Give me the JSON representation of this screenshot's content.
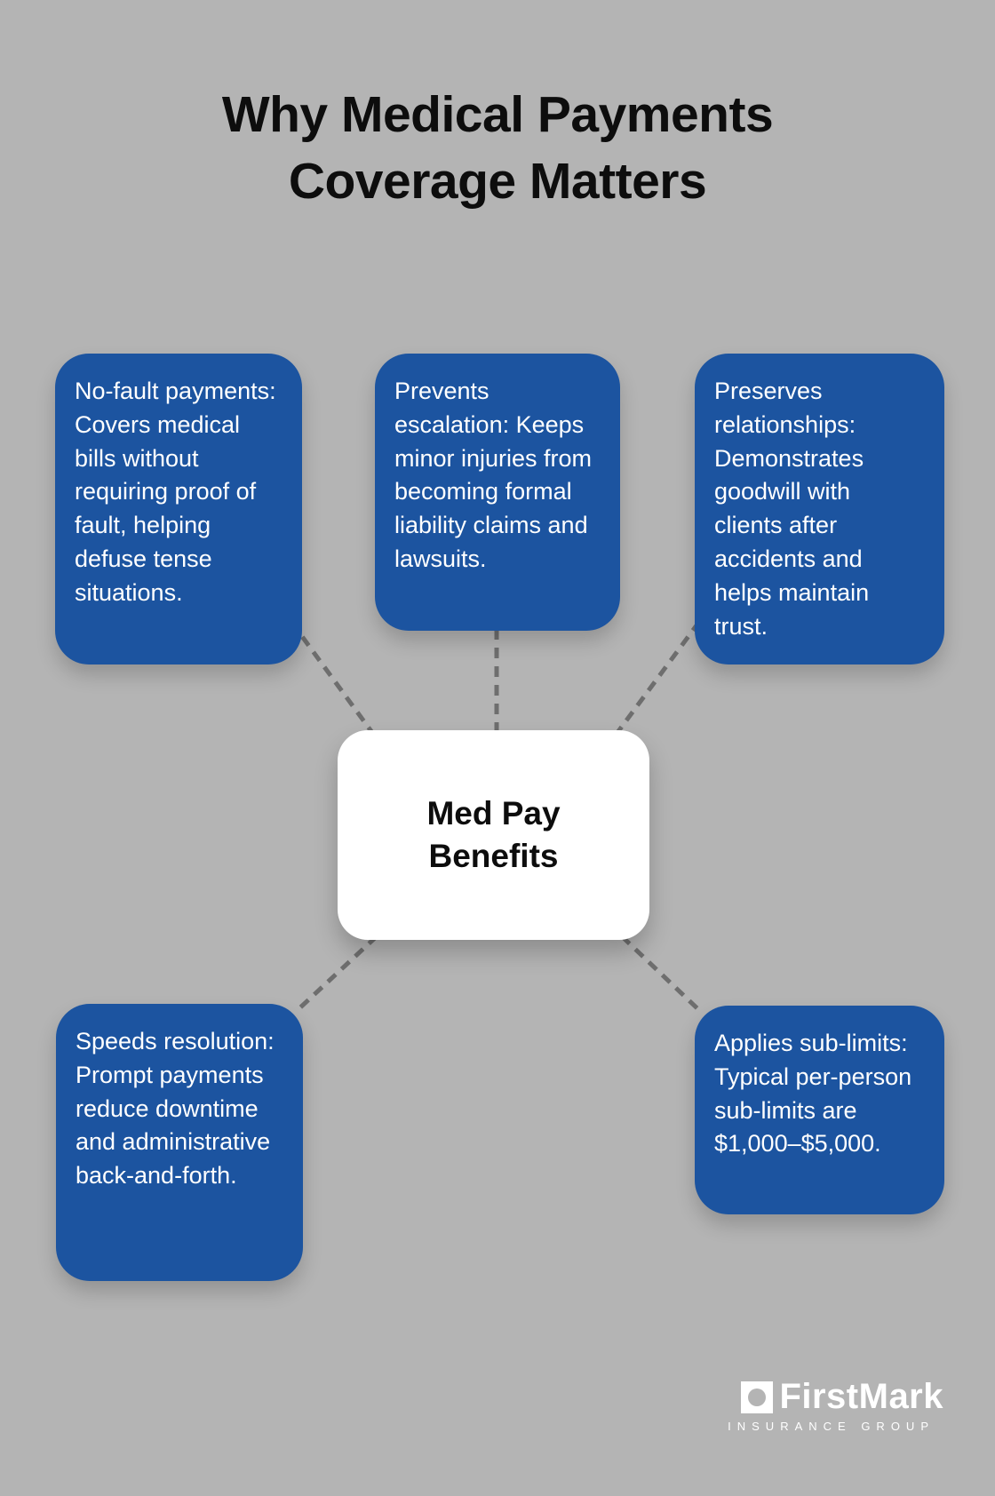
{
  "title": {
    "line1": "Why Medical Payments",
    "line2": "Coverage Matters"
  },
  "center": {
    "line1": "Med Pay",
    "line2": "Benefits"
  },
  "benefits": [
    {
      "id": "no-fault",
      "text": "No-fault payments: Covers medical bills without requiring proof of fault, helping defuse tense situations."
    },
    {
      "id": "prevents-escalation",
      "text": "Prevents escalation: Keeps minor injuries from becoming formal liability claims and lawsuits."
    },
    {
      "id": "preserves-relationships",
      "text": "Preserves relationships: Demonstrates goodwill with clients after accidents and helps maintain trust."
    },
    {
      "id": "speeds-resolution",
      "text": "Speeds resolution: Prompt payments reduce downtime and administrative back-and-forth."
    },
    {
      "id": "applies-sub-limits",
      "text": "Applies sub-limits: Typical per-person sub-limits are $1,000–$5,000."
    }
  ],
  "logo": {
    "brand": "FirstMark",
    "tagline": "INSURANCE GROUP",
    "icon": "square-with-circle-cutout-icon"
  },
  "colors": {
    "background": "#b4b4b4",
    "card_blue": "#1c54a0",
    "card_text": "#ffffff",
    "connector_gray": "#6e6e6e",
    "center_bg": "#ffffff",
    "title_black": "#0d0d0d"
  }
}
